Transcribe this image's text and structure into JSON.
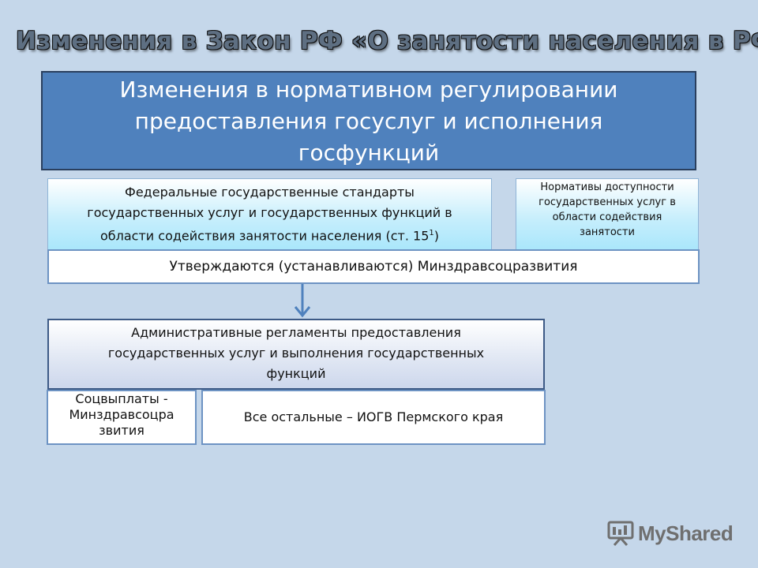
{
  "slide": {
    "title": "Изменения в Закон РФ «О занятости населения в РФ»"
  },
  "header": {
    "lines": [
      "Изменения в нормативном регулировании",
      "предоставления госуслуг и исполнения",
      "госфункций"
    ]
  },
  "federal_standards": {
    "line1": "Федеральные государственные стандарты",
    "line2": "государственных услуг и государственных функций в",
    "line3_main": "области содействия занятости населения (ст. 15",
    "line3_sup": "1",
    "line3_end": ")"
  },
  "access_norms": {
    "lines": [
      "Нормативы доступности",
      "государственных услуг в",
      "области содействия",
      "занятости"
    ]
  },
  "approval": {
    "text": "Утверждаются (устанавливаются) Минздравсоцразвития"
  },
  "admin_regulations": {
    "lines": [
      "Административные регламенты предоставления",
      "государственных услуг и выполнения государственных",
      "функций"
    ]
  },
  "social_payments": {
    "lines": [
      "Соцвыплаты -",
      "Минздравсоцра",
      "звития"
    ]
  },
  "other": {
    "text": "Все остальные – ИОГВ Пермского края"
  },
  "watermark": {
    "brand": "MyShared",
    "icon": "presentation-board-icon"
  },
  "colors": {
    "background": "#c5d7ea",
    "header_fill": "#4f81bd",
    "arrow": "#4f81bd"
  }
}
